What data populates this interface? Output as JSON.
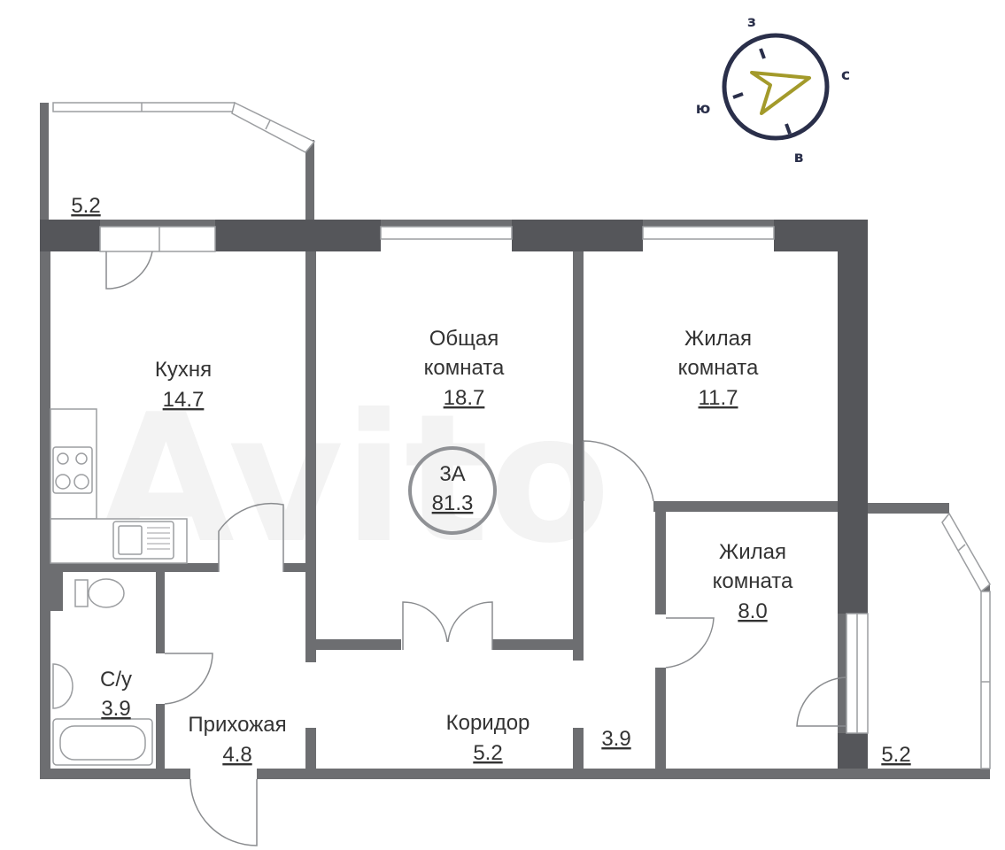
{
  "plan": {
    "rooms": {
      "kitchen": {
        "name": "Кухня",
        "area": "14.7"
      },
      "living_room": {
        "name_line1": "Общая",
        "name_line2": "комната",
        "area": "18.7"
      },
      "bedroom_1": {
        "name_line1": "Жилая",
        "name_line2": "комната",
        "area": "11.7"
      },
      "bedroom_2": {
        "name_line1": "Жилая",
        "name_line2": "комната",
        "area": "8.0"
      },
      "bathroom": {
        "name": "С/у",
        "area": "3.9"
      },
      "hallway": {
        "name": "Прихожая",
        "area": "4.8"
      },
      "corridor": {
        "name": "Коридор",
        "area": "5.2"
      },
      "corridor_side": {
        "area": "3.9"
      },
      "balcony_left": {
        "area": "5.2"
      },
      "balcony_right": {
        "area": "5.2"
      }
    },
    "badge": {
      "type": "3А",
      "total_area": "81.3"
    }
  },
  "compass": {
    "north": "з",
    "east": "с",
    "south": "в",
    "west": "ю"
  },
  "watermark": "Avito",
  "colors": {
    "wall": "#6d6e71",
    "compass": "#2a2f4a",
    "arrow": "#a39a2a",
    "badge": "#8f9195"
  }
}
